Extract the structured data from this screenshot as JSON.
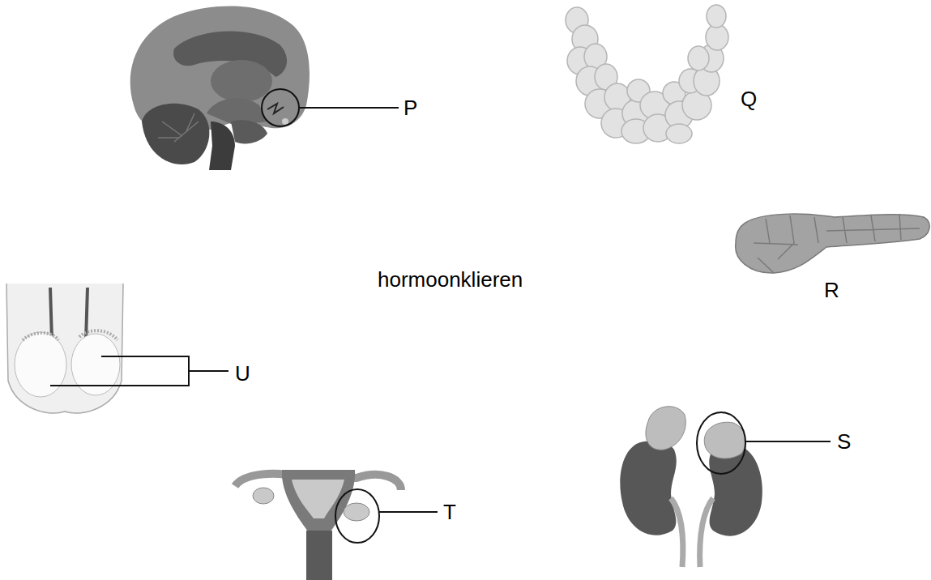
{
  "diagram": {
    "labels": [
      "P",
      "Q",
      "hormoonklieren",
      "R",
      "U",
      "S",
      "T"
    ]
  }
}
